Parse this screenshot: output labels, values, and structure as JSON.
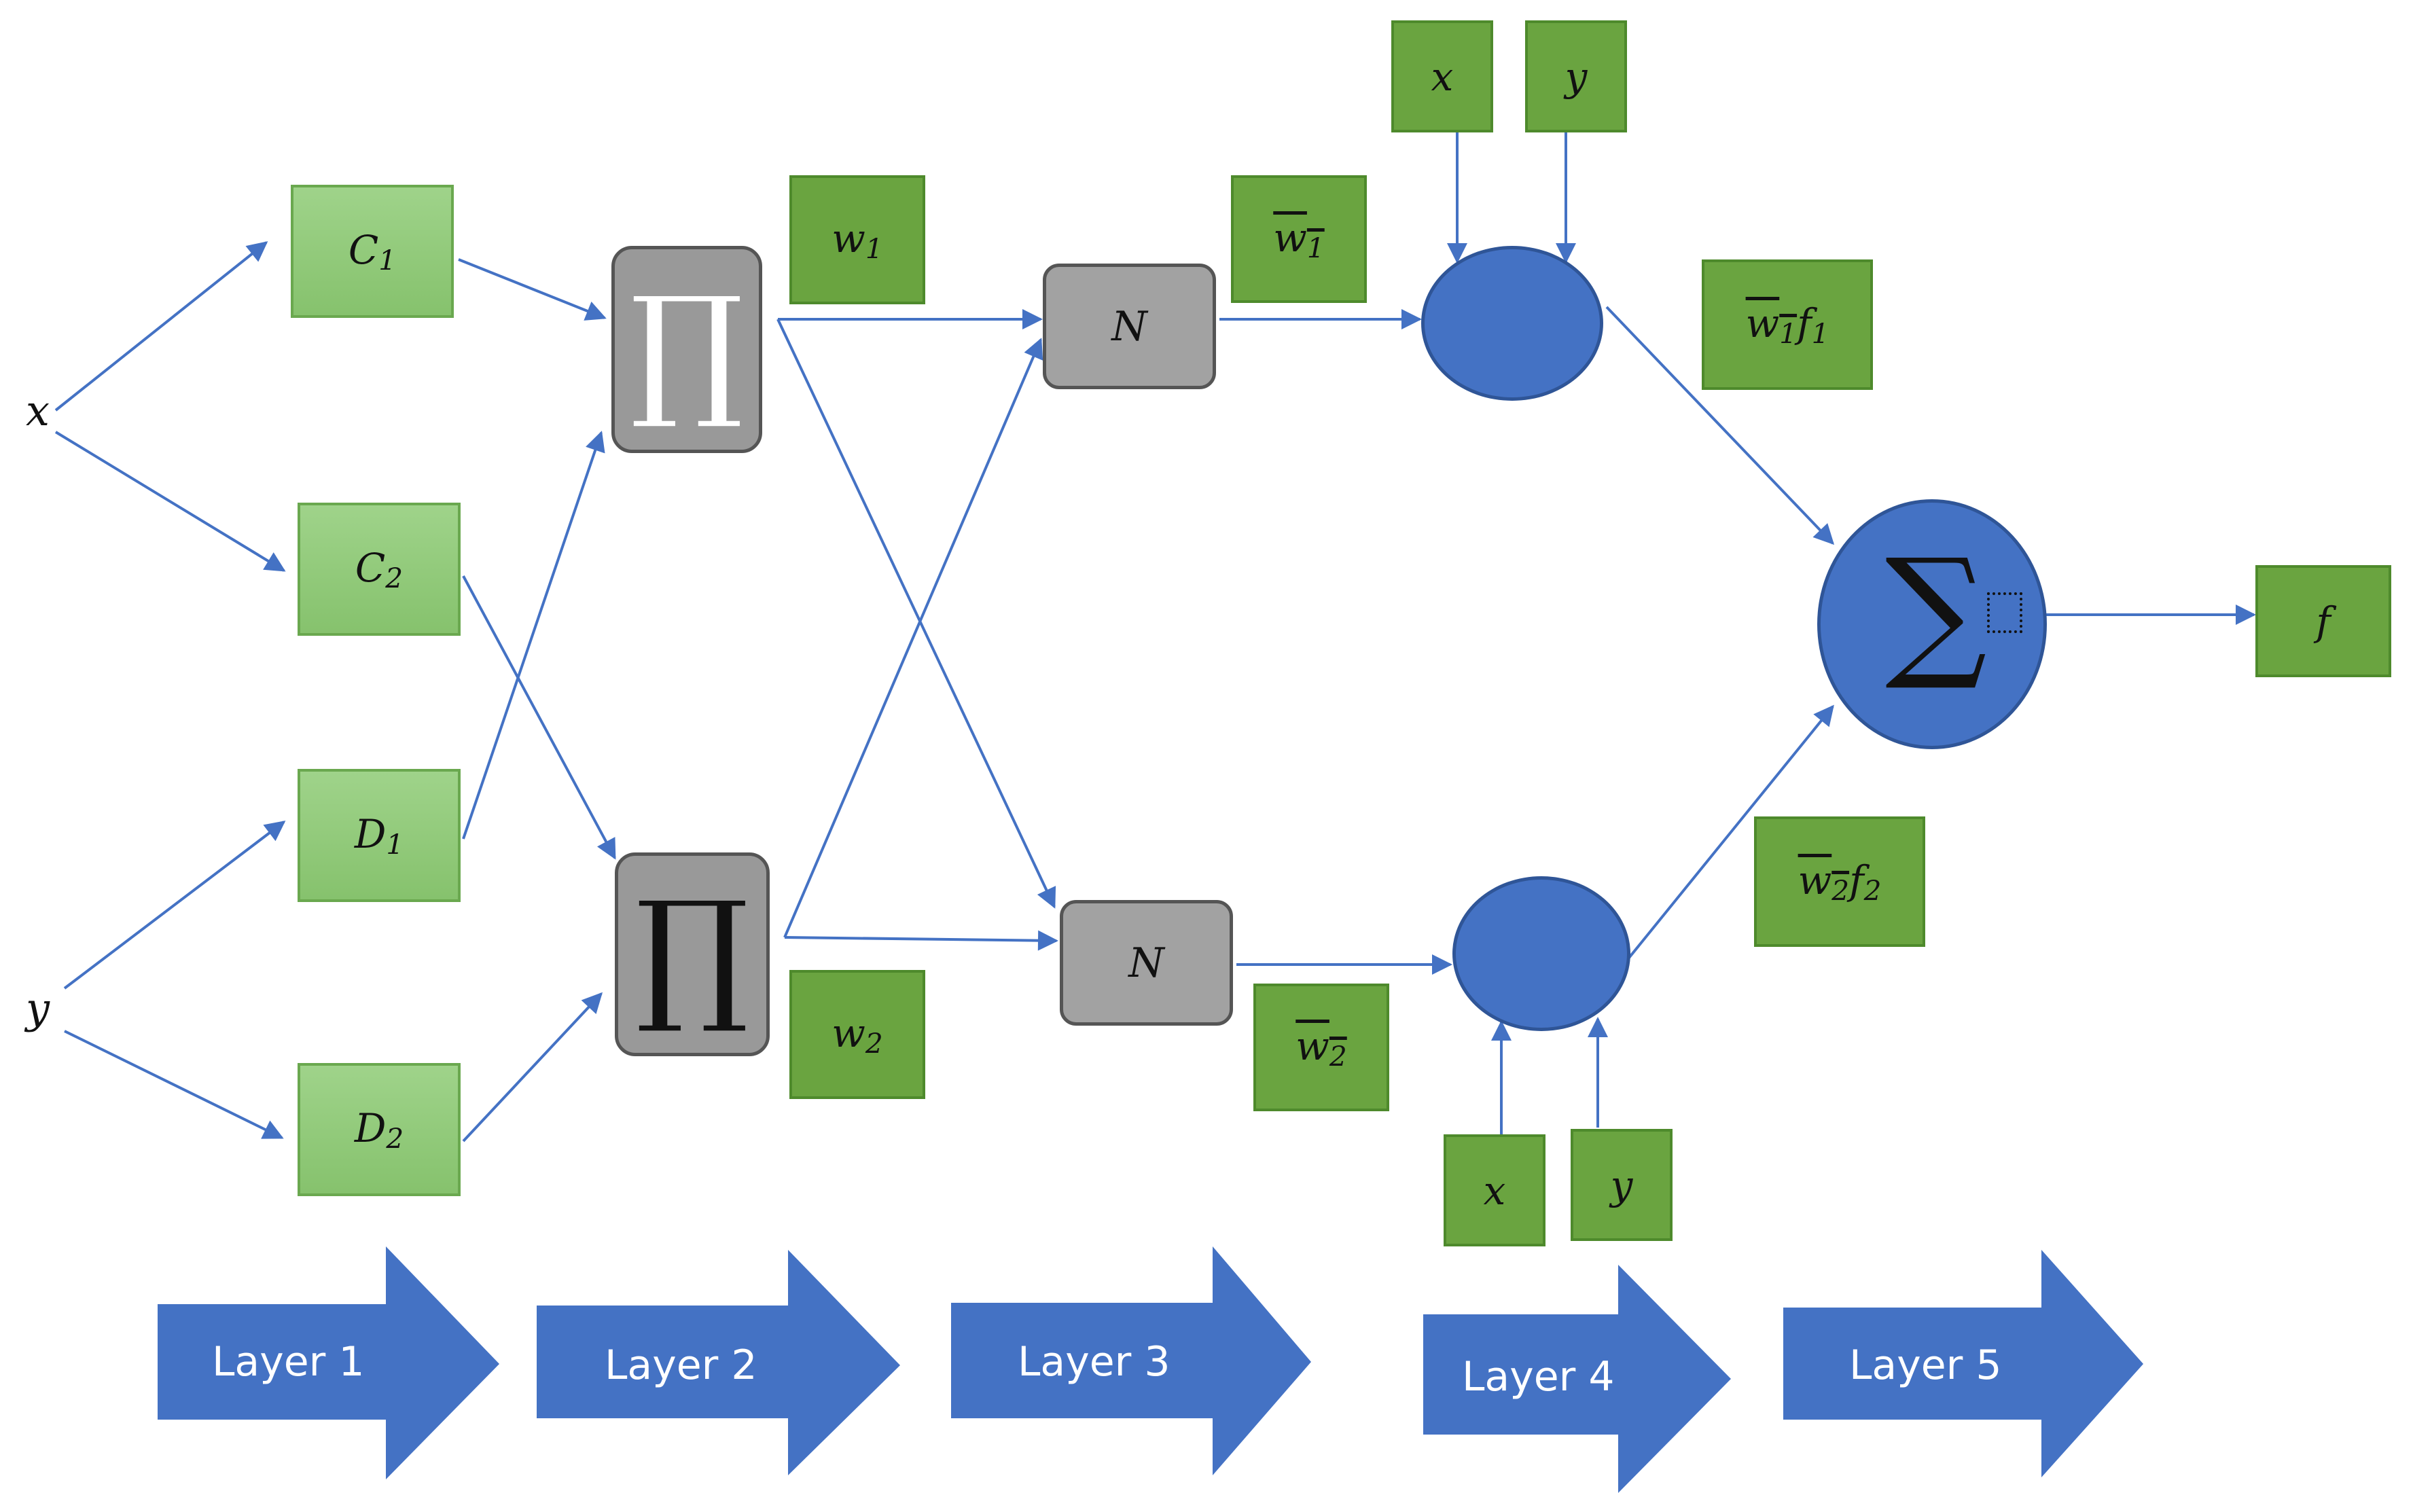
{
  "inputs": {
    "x": "x",
    "y": "y"
  },
  "layer1": {
    "c1": {
      "base": "C",
      "sub": "1"
    },
    "c2": {
      "base": "C",
      "sub": "2"
    },
    "d1": {
      "base": "D",
      "sub": "1"
    },
    "d2": {
      "base": "D",
      "sub": "2"
    }
  },
  "layer2": {
    "product_symbol": "∏",
    "w1": {
      "base": "w",
      "sub": "1"
    },
    "w2": {
      "base": "w",
      "sub": "2"
    }
  },
  "layer3": {
    "n_label": "N",
    "w1_bar": {
      "base": "w",
      "sub": "1"
    },
    "w2_bar": {
      "base": "w",
      "sub": "2"
    }
  },
  "layer4": {
    "top_inputs": {
      "x": "x",
      "y": "y"
    },
    "bottom_inputs": {
      "x": "x",
      "y": "y"
    },
    "w1f1": {
      "base": "w",
      "sub": "1",
      "f": "f",
      "fsub": "1"
    },
    "w2f2": {
      "base": "w",
      "sub": "2",
      "f": "f",
      "fsub": "2"
    }
  },
  "layer5": {
    "sum_symbol": "∑",
    "output": "f"
  },
  "layers": [
    "Layer 1",
    "Layer 2",
    "Layer 3",
    "Layer 4",
    "Layer 5"
  ],
  "colors": {
    "arrow": "#4472c4",
    "layer_arrow": "#4472c4",
    "mf_box": "#9fd38a",
    "weight_box": "#6aa440",
    "gray_node": "#999999",
    "circle_node": "#4472c4"
  },
  "icons": {
    "layer_arrow": "block-right-arrow-icon"
  }
}
